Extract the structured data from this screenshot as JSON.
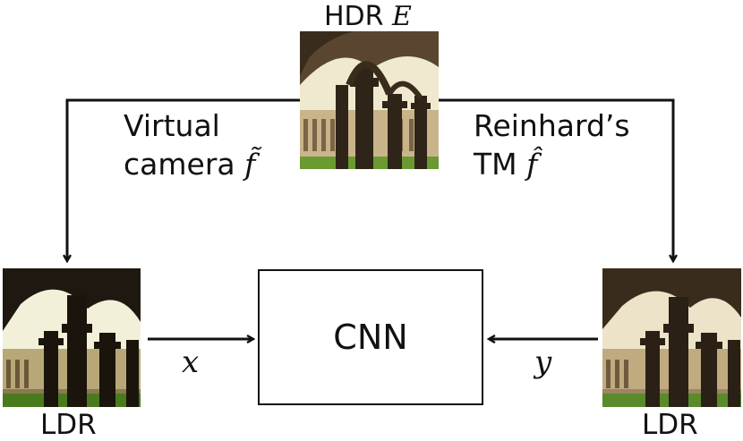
{
  "hdr": {
    "label": "HDR ",
    "symbol": "E"
  },
  "left_branch": {
    "line1": "Virtual",
    "line2": "camera ",
    "symbol": "f̃"
  },
  "right_branch": {
    "line1": "Reinhard’s",
    "line2": "TM ",
    "symbol": "f̂"
  },
  "cnn": {
    "label": "CNN"
  },
  "inputs": {
    "x": "x",
    "y": "y"
  },
  "ldr_left": {
    "label": "LDR"
  },
  "ldr_right": {
    "label": "LDR"
  },
  "colors": {
    "line": "#111111",
    "box_border": "#111111",
    "sky_bright": "#f4f0dc",
    "sky_dark": "#d9dcc0",
    "pillar_dark": "#2a2218",
    "pillar_mid": "#4a3a28",
    "arcade_warm": "#c9b48a",
    "grass": "#5a8a2a"
  }
}
